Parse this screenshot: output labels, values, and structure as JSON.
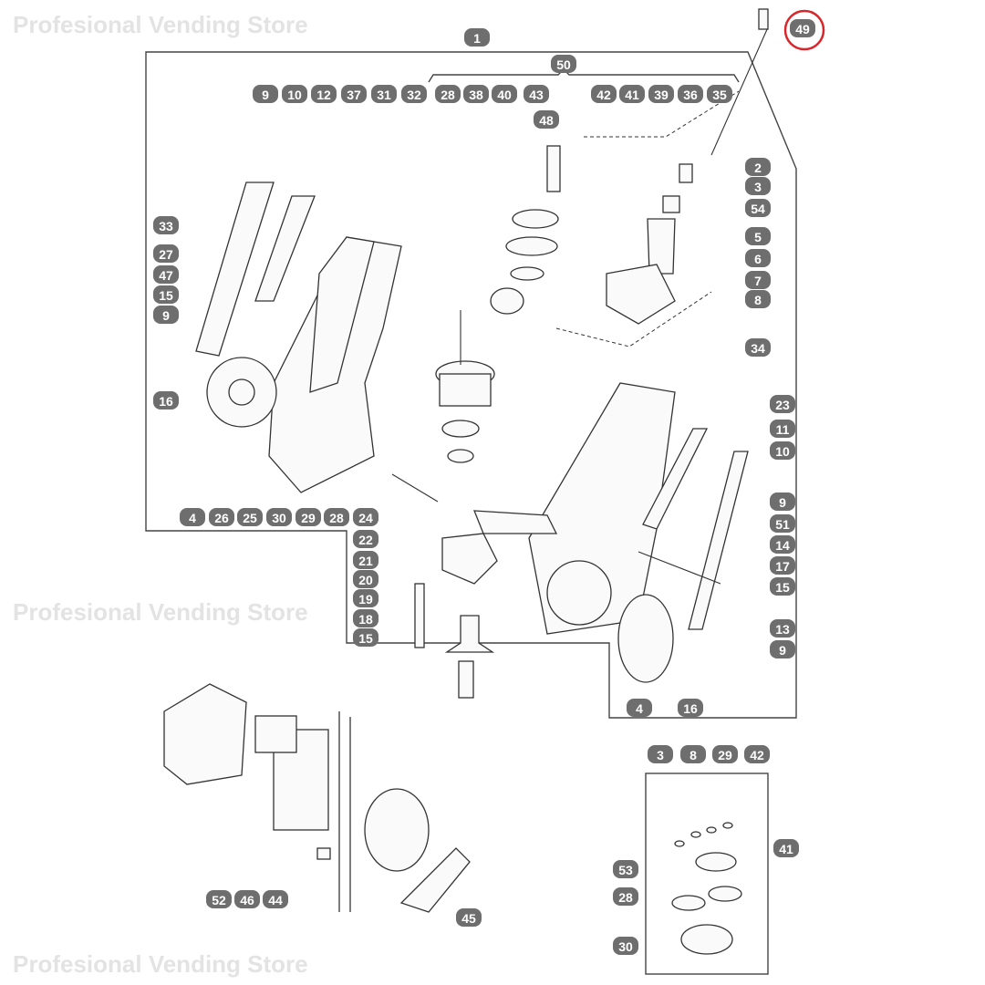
{
  "watermark": "Profesional Vending Store",
  "highlight_color": "#d9262b",
  "label_color": "#6e6e6e",
  "labels": [
    "1",
    "49",
    "50",
    "9",
    "10",
    "12",
    "37",
    "31",
    "32",
    "28",
    "38",
    "40",
    "43",
    "48",
    "42",
    "41",
    "39",
    "36",
    "35",
    "2",
    "3",
    "54",
    "5",
    "6",
    "7",
    "8",
    "34",
    "23",
    "11",
    "10",
    "9",
    "51",
    "14",
    "17",
    "15",
    "13",
    "9",
    "33",
    "27",
    "47",
    "15",
    "9",
    "16",
    "4",
    "26",
    "25",
    "30",
    "29",
    "28",
    "24",
    "22",
    "21",
    "20",
    "19",
    "18",
    "15",
    "4",
    "16",
    "52",
    "46",
    "44",
    "45",
    "3",
    "8",
    "29",
    "42",
    "41",
    "53",
    "28",
    "30"
  ],
  "highlighted_label": "49"
}
